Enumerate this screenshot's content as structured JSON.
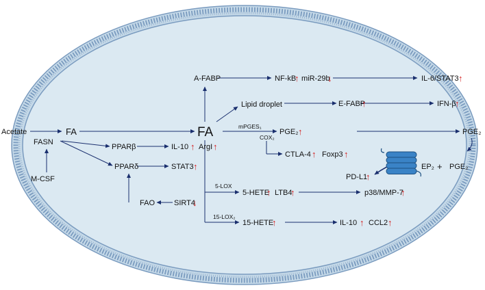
{
  "colors": {
    "arrow_line": "#1a2f6e",
    "cell_fill": "#dbe9f2",
    "membrane": "#7a9bbf",
    "receptor_fill": "#3a83c6",
    "receptor_stroke": "#1c4f80",
    "up_arrow": "#d42020",
    "down_arrow": "#d42020"
  },
  "labels": {
    "acetate": "Acetate",
    "fa_outer": "FA",
    "fasn": "FASN",
    "mcsf": "M-CSF",
    "fa_center": "FA",
    "afabp": "A-FABP",
    "nfkb": "NF-kB",
    "mir29b": "miR-29b",
    "il6stat3": "IL-6/STAT3",
    "lipid_droplet": "Lipid droplet",
    "efabp": "E-FABP",
    "ifnb": "IFN-β",
    "mpges": "mPGES₁",
    "pge2_in": "PGE₂",
    "pge2_out": "PGE₂",
    "cox2": "COX₂",
    "ctla4": "CTLA-4",
    "foxp3": "Foxp3",
    "pparb": "PPARβ",
    "il10_a": "IL-10",
    "argl": "ArgI",
    "ppard": "PPARδ",
    "stat3": "STAT3",
    "fao": "FAO",
    "sirt4": "SIRT4",
    "pdl1": "PD-L1",
    "ep2": "EP₂",
    "plus": "+",
    "pge2_bound": "PGE₂",
    "lox5": "5-LOX",
    "hete5": "5-HETE",
    "ltb4": "LTB4",
    "p38mmp7": "p38/MMP-7",
    "lox15": "15-LOX₂",
    "hete15": "15-HETE",
    "il10_b": "IL-10",
    "ccl2": "CCL2"
  },
  "glyphs": {
    "up": "↑",
    "down": "↓"
  }
}
